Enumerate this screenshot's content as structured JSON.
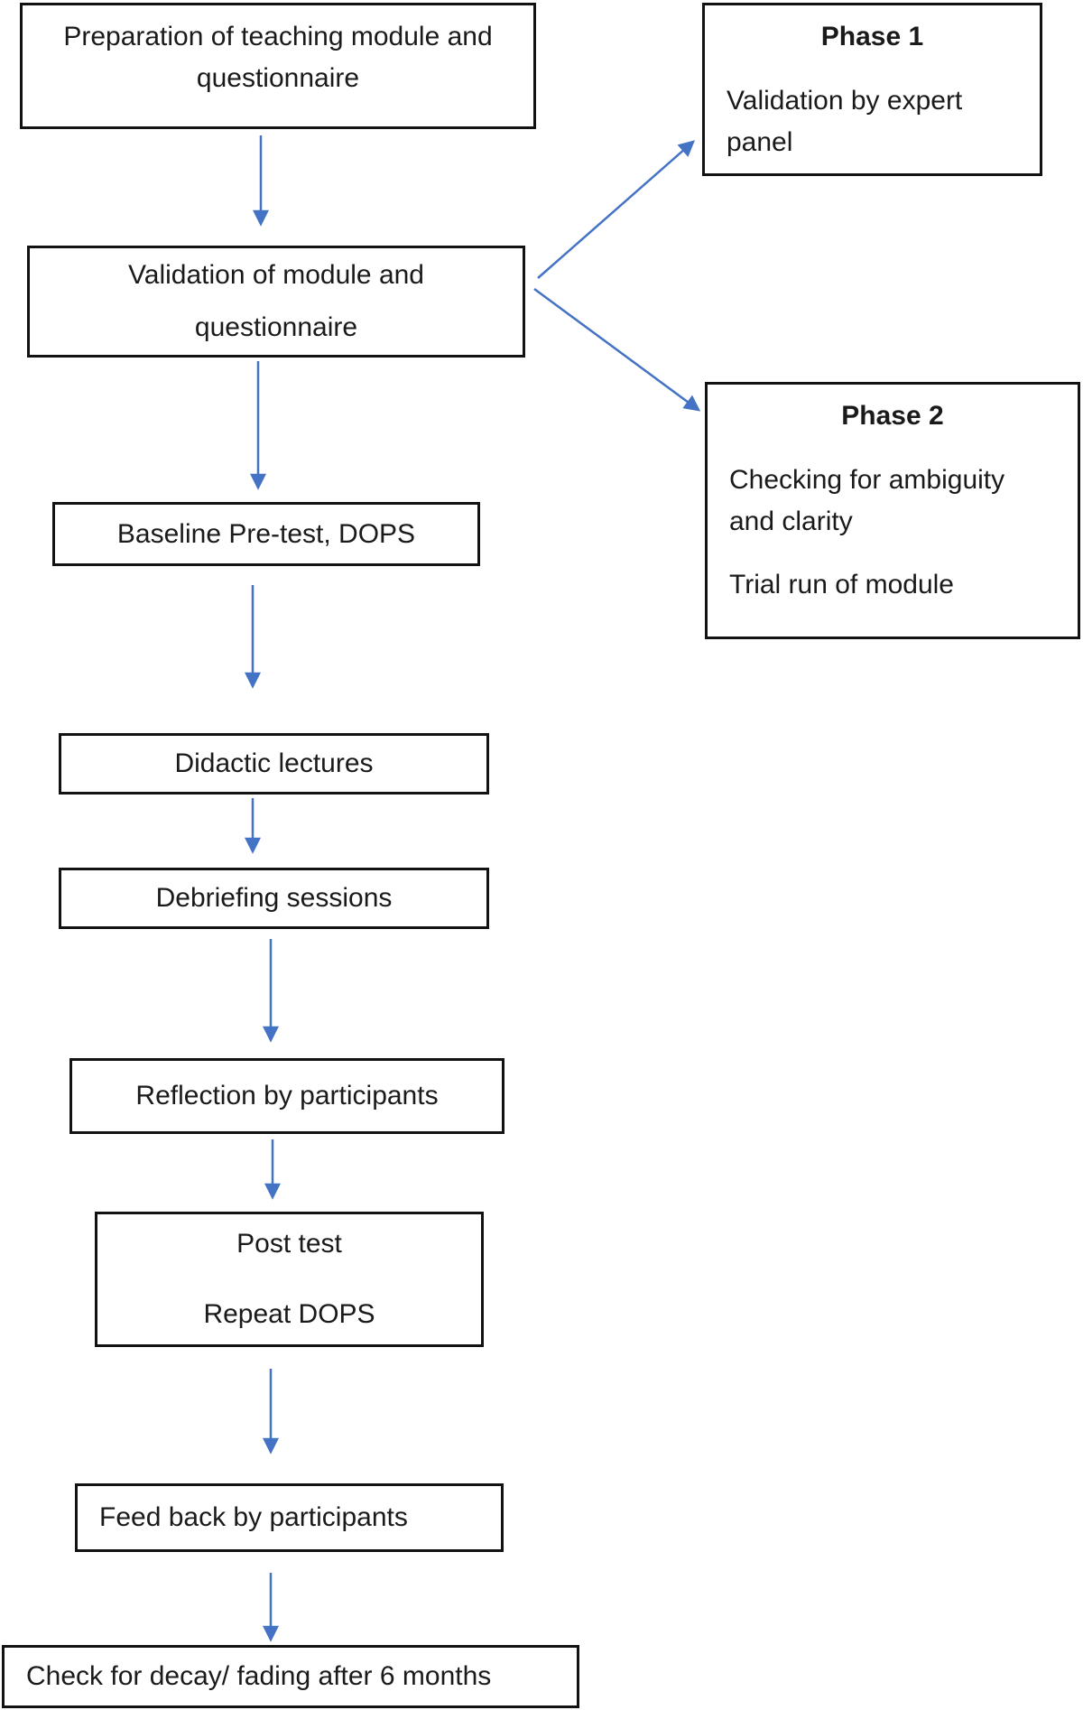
{
  "diagram": {
    "type": "flowchart",
    "colors": {
      "arrow": "#4472C4",
      "border": "#121212",
      "text": "#1a1a1a",
      "background": "#ffffff"
    },
    "nodes": {
      "prep": {
        "lines": [
          "Preparation of teaching module and",
          "questionnaire"
        ]
      },
      "phase1": {
        "title": "Phase 1",
        "body_lines": [
          "Validation by expert",
          "panel"
        ]
      },
      "validation": {
        "lines": [
          "Validation of module and",
          "questionnaire"
        ]
      },
      "phase2": {
        "title": "Phase 2",
        "body_lines": [
          "Checking for ambiguity",
          "and clarity",
          "Trial run of module"
        ]
      },
      "baseline": {
        "lines": [
          "Baseline Pre-test, DOPS"
        ]
      },
      "didactic": {
        "lines": [
          "Didactic lectures"
        ]
      },
      "debriefing": {
        "lines": [
          "Debriefing sessions"
        ]
      },
      "reflection": {
        "lines": [
          "Reflection by participants"
        ]
      },
      "posttest": {
        "lines": [
          "Post test",
          "Repeat DOPS"
        ]
      },
      "feedback": {
        "lines": [
          "Feed back by participants"
        ]
      },
      "decay": {
        "lines": [
          "Check for decay/ fading after 6 months"
        ]
      }
    },
    "edges": [
      {
        "from": "prep",
        "to": "validation"
      },
      {
        "from": "validation",
        "to": "phase1"
      },
      {
        "from": "validation",
        "to": "phase2"
      },
      {
        "from": "validation",
        "to": "baseline"
      },
      {
        "from": "baseline",
        "to": "didactic"
      },
      {
        "from": "didactic",
        "to": "debriefing"
      },
      {
        "from": "debriefing",
        "to": "reflection"
      },
      {
        "from": "reflection",
        "to": "posttest"
      },
      {
        "from": "posttest",
        "to": "feedback"
      },
      {
        "from": "feedback",
        "to": "decay"
      }
    ]
  }
}
